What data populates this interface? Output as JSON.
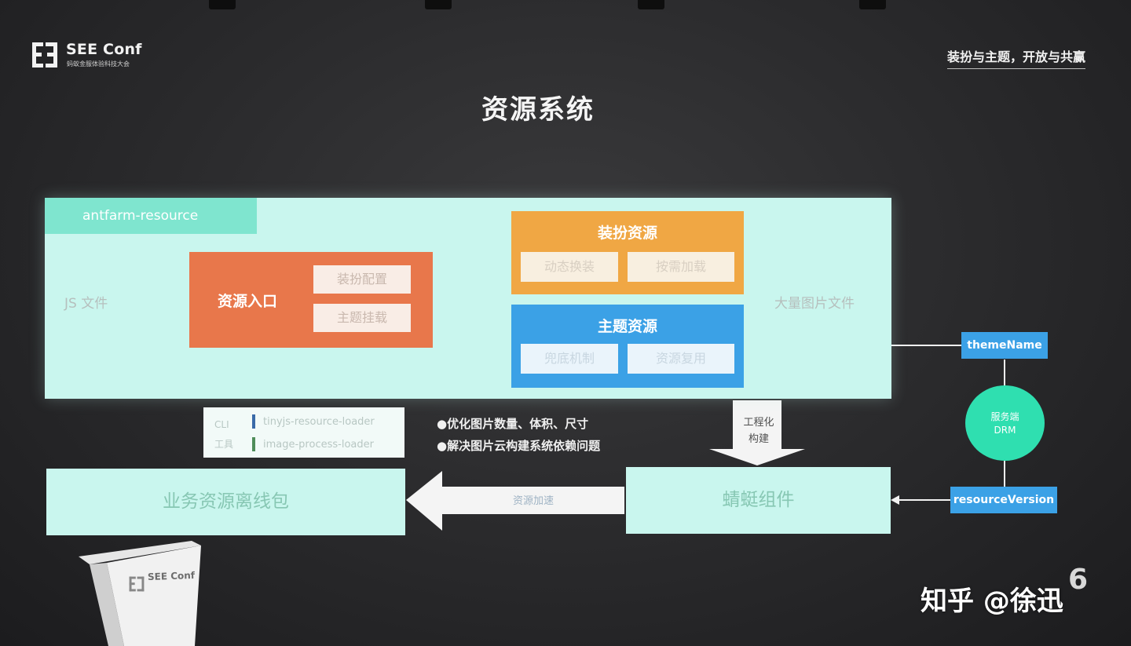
{
  "header": {
    "logo_text": "SEE Conf",
    "logo_sub": "蚂蚁金服体验科技大会",
    "top_right_title": "装扮与主题，开放与共赢"
  },
  "slide": {
    "title": "资源系统",
    "page_number": "6"
  },
  "panel": {
    "tag": "antfarm-resource",
    "js_label": "JS 文件",
    "big_image_label": "大量图片文件"
  },
  "entry_box": {
    "title": "资源入口",
    "chips": [
      "装扮配置",
      "主题挂载"
    ]
  },
  "dressup_box": {
    "title": "装扮资源",
    "chips": [
      "动态换装",
      "按需加载"
    ]
  },
  "theme_box": {
    "title": "主题资源",
    "chips": [
      "兜底机制",
      "资源复用"
    ]
  },
  "tools": {
    "group_label_1": "CLI",
    "group_label_2": "工具",
    "items": [
      "tinyjs-resource-loader",
      "image-process-loader"
    ]
  },
  "bullets": [
    "●优化图片数量、体积、尺寸",
    "●解决图片云构建系统依赖问题"
  ],
  "flow": {
    "engineering_label_1": "工程化",
    "engineering_label_2": "构建",
    "dragonfly_component": "蜻蜓组件",
    "offline_package": "业务资源离线包",
    "accel_label": "资源加速"
  },
  "drm": {
    "theme_name": "themeName",
    "resource_version": "resourceVersion",
    "circle_line_1": "服务端",
    "circle_line_2": "DRM"
  },
  "podium": {
    "label": "SEE Conf"
  },
  "watermark": "知乎 @徐迅",
  "colors": {
    "panel": "#c9f6ee",
    "panel_tag": "#7fe5cf",
    "orange": "#e8774b",
    "amber": "#f0a744",
    "blue": "#3ba1e6",
    "drm_green": "#2fdfb0"
  }
}
